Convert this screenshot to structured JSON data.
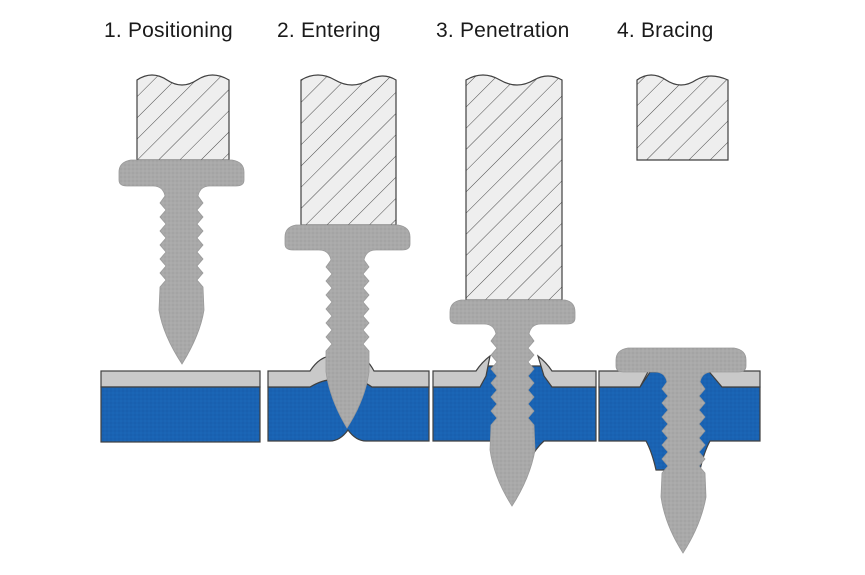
{
  "stages": [
    {
      "label": "1. Positioning"
    },
    {
      "label": "2. Entering"
    },
    {
      "label": "3. Penetration"
    },
    {
      "label": "4. Bracing"
    }
  ],
  "colors": {
    "sheet_blue": "#1560b0",
    "sheet_gray": "#c8c8c8",
    "fastener_gray": "#a8a8a8",
    "tool_fill": "#eeeeee",
    "outline": "#404040"
  },
  "icons": [
    "hatched-tool",
    "flow-drill-screw",
    "two-layer-sheet"
  ]
}
